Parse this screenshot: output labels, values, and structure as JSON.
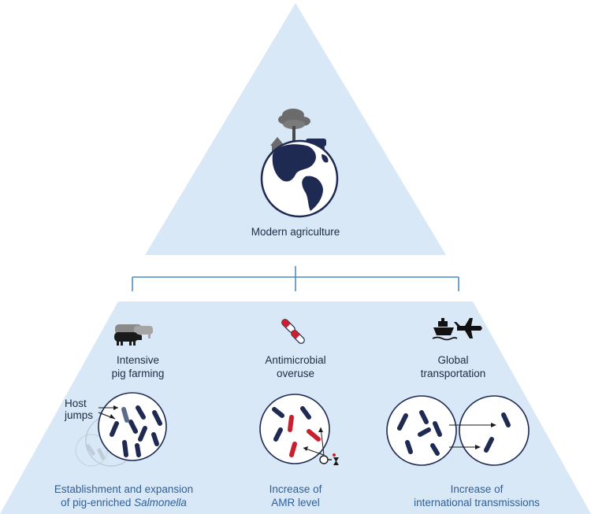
{
  "top": {
    "label": "Modern agriculture"
  },
  "columns": [
    {
      "title_line1": "Intensive",
      "title_line2": "pig farming",
      "caption_line1": "Establishment and expansion",
      "caption_line2_prefix": "of pig-enriched ",
      "caption_line2_italic": "Salmonella",
      "host_line1": "Host",
      "host_line2": "jumps"
    },
    {
      "title_line1": "Antimicrobial",
      "title_line2": "overuse",
      "caption_line1": "Increase of",
      "caption_line2": "AMR level"
    },
    {
      "title_line1": "Global",
      "title_line2": "transportation",
      "caption_line1": "Increase of",
      "caption_line2": "international transmissions"
    }
  ],
  "colors": {
    "triangle_fill": "#d8e8f6",
    "bracket": "#4a8cc8",
    "bacteria": "#1e2a52",
    "resistant": "#c8202f",
    "caption": "#2f5f99"
  },
  "icons": [
    "earth-globe-icon",
    "pig-icon",
    "pill-icon",
    "ship-icon",
    "airplane-icon",
    "magnifier-icon"
  ]
}
